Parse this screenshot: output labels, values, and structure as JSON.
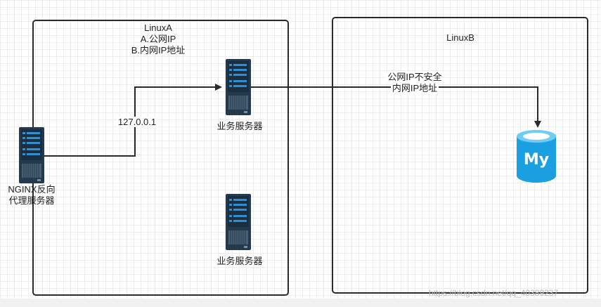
{
  "diagram": {
    "linux_a": {
      "title_lines": [
        "LinuxA",
        "A.公网IP",
        "B.内网IP地址"
      ]
    },
    "linux_b": {
      "title": "LinuxB"
    },
    "nginx": {
      "label_lines": [
        "NGINX反向",
        "代理服务器"
      ]
    },
    "business_server_1": {
      "label": "业务服务器"
    },
    "business_server_2": {
      "label": "业务服务器"
    },
    "edge_loopback": {
      "label": "127.0.0.1"
    },
    "edge_to_mysql": {
      "label_lines": [
        "公网IP不安全",
        "内网IP地址"
      ]
    },
    "mysql": {
      "icon": "mysql-icon",
      "glyph": "My"
    }
  },
  "watermark": "https://blog.csdn.net/qq_40389237",
  "colors": {
    "server_body": "#233a4e",
    "server_accent": "#2f8fd1",
    "mysql": "#1aa0e0",
    "line": "#2a2a2a"
  }
}
